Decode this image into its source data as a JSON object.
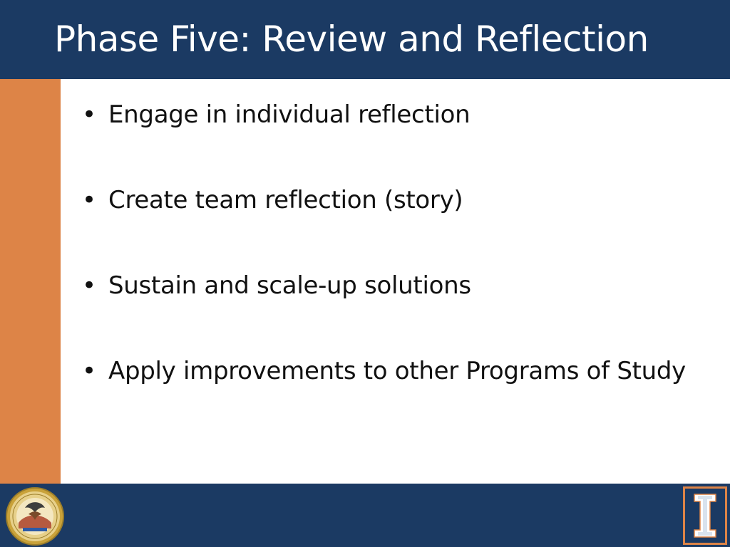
{
  "slide": {
    "title": "Phase Five:  Review and Reflection",
    "bullet_symbol": "•",
    "bullets": [
      "Engage in individual reflection",
      "Create team reflection (story)",
      "Sustain and scale-up solutions",
      "Apply improvements to other Programs of Study"
    ]
  },
  "footer": {
    "seal_icon": "state-seal-icon",
    "logo_icon": "block-i-logo-icon"
  },
  "colors": {
    "navy": "#1b3a63",
    "orange": "#dd8447",
    "white": "#ffffff",
    "text": "#111111"
  }
}
